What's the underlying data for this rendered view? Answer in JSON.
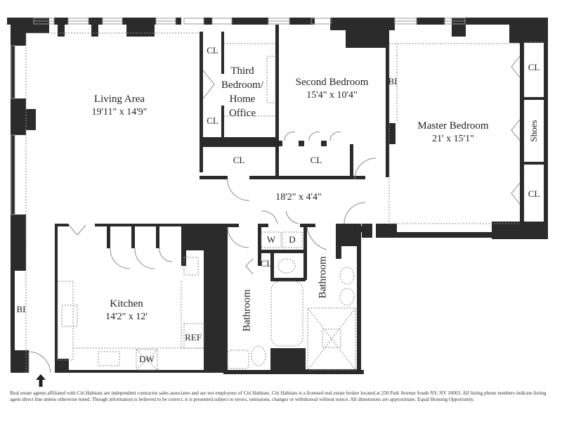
{
  "floorplan": {
    "rooms": [
      {
        "id": "living",
        "name": "Living Area",
        "dimensions": "19'11\" x 14'9\""
      },
      {
        "id": "third_bedroom",
        "name_lines": [
          "Third",
          "Bedroom/",
          "Home",
          "Office"
        ]
      },
      {
        "id": "second_bedroom",
        "name": "Second Bedroom",
        "dimensions": "15'4\" x 10'4\""
      },
      {
        "id": "master_bedroom",
        "name": "Master Bedroom",
        "dimensions": "21' x 15'1\""
      },
      {
        "id": "hallway",
        "dimensions": "18'2\" x 4'4\""
      },
      {
        "id": "kitchen",
        "name": "Kitchen",
        "dimensions": "14'2\" x 12'"
      },
      {
        "id": "bathroom_1",
        "name": "Bathroom"
      },
      {
        "id": "bathroom_2",
        "name": "Bathroom"
      }
    ],
    "labels": {
      "closet": "CL",
      "built_in": "BI",
      "shoes": "Shoes",
      "washer": "W",
      "dryer": "D",
      "refrigerator": "REF",
      "dishwasher": "DW"
    },
    "colors": {
      "wall": "#2b2b2b",
      "floor": "#ffffff",
      "fixture_line": "#888888",
      "text": "#222222"
    }
  },
  "disclaimer": "Real estate agents affiliated with Citi Habitats are independent contractor sales associates and are not employees of Citi Habitats. Citi Habitats is a licensed real estate broker located at 250 Park Avenue South NY, NY 10003. All listing phone numbers indicate listing agent direct line unless otherwise noted. Though information is believed to be correct, it is presented subject to errors, omissions, changes or withdrawal without notice. All dimensions are approximate. Equal Housing Opportunity."
}
